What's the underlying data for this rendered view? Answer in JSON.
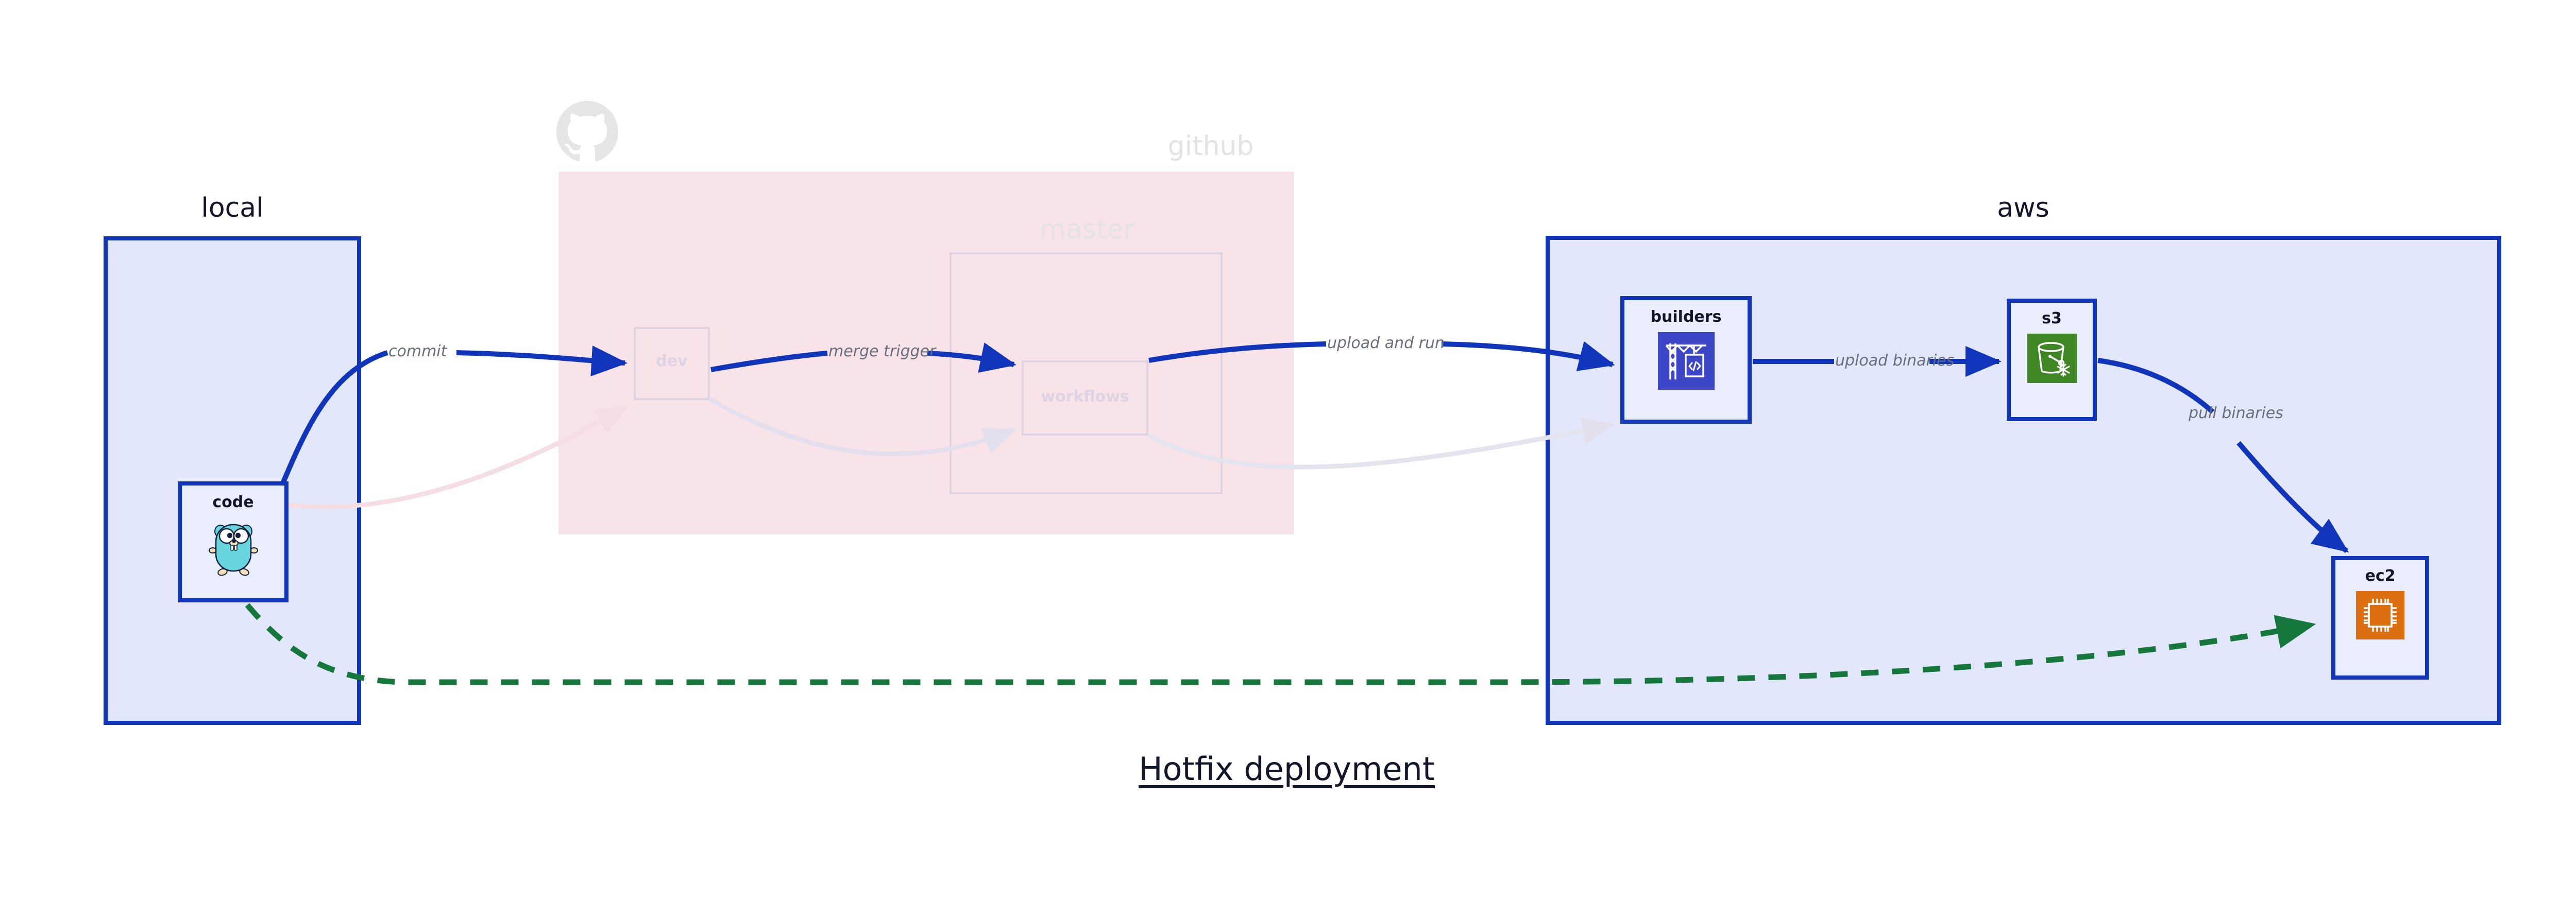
{
  "title": "Hotfix deployment",
  "colors": {
    "zone_border": "#1034ba",
    "zone_fill": "#e2e7fb",
    "github_fill": "#f8e3e9",
    "ghost_stroke": "#ded3e2",
    "edge_blue": "#1034ba",
    "edge_green": "#16773d",
    "edge_label": "#6a6f7e",
    "text_dark": "#13162b",
    "builders_icon_bg": "#3c46c6",
    "s3_icon_bg": "#3f8624",
    "ec2_icon_bg": "#dd6f10",
    "gopher_body": "#68d5de"
  },
  "zones": [
    {
      "key": "local",
      "label": "local",
      "faded": false
    },
    {
      "key": "github",
      "label": "github",
      "faded": true
    },
    {
      "key": "master",
      "label": "master",
      "faded": true
    },
    {
      "key": "aws",
      "label": "aws",
      "faded": false
    }
  ],
  "nodes": [
    {
      "key": "code",
      "label": "code",
      "icon": "go-gopher-icon",
      "faded": false
    },
    {
      "key": "dev",
      "label": "dev",
      "icon": null,
      "faded": true
    },
    {
      "key": "workflows",
      "label": "workflows",
      "icon": null,
      "faded": true
    },
    {
      "key": "builders",
      "label": "builders",
      "icon": "aws-codebuild-icon",
      "faded": false
    },
    {
      "key": "s3",
      "label": "s3",
      "icon": "aws-s3-icon",
      "faded": false
    },
    {
      "key": "ec2",
      "label": "ec2",
      "icon": "aws-ec2-icon",
      "faded": false
    }
  ],
  "edges": [
    {
      "key": "commit",
      "label": "commit",
      "from": "code",
      "to": "dev",
      "style": "solid",
      "color": "#1034ba",
      "faded": false
    },
    {
      "key": "merge-trigger",
      "label": "merge trigger",
      "from": "dev",
      "to": "workflows",
      "style": "solid",
      "color": "#1034ba",
      "faded": false
    },
    {
      "key": "upload-and-run",
      "label": "upload and run",
      "from": "workflows",
      "to": "builders",
      "style": "solid",
      "color": "#1034ba",
      "faded": false
    },
    {
      "key": "upload-binaries",
      "label": "upload binaries",
      "from": "builders",
      "to": "s3",
      "style": "solid",
      "color": "#1034ba",
      "faded": false
    },
    {
      "key": "pull-binaries",
      "label": "pull binaries",
      "from": "s3",
      "to": "ec2",
      "style": "solid",
      "color": "#1034ba",
      "faded": false
    },
    {
      "key": "hotfix-direct",
      "label": "",
      "from": "code",
      "to": "ec2",
      "style": "dashed",
      "color": "#16773d",
      "faded": false
    },
    {
      "key": "ghost-code-dev",
      "label": "",
      "from": "code",
      "to": "dev",
      "style": "solid",
      "color": "#f4dde3",
      "faded": true
    },
    {
      "key": "ghost-dev-wf",
      "label": "",
      "from": "dev",
      "to": "workflows",
      "style": "solid",
      "color": "#e4dfed",
      "faded": true
    },
    {
      "key": "ghost-wf-build",
      "label": "",
      "from": "workflows",
      "to": "builders",
      "style": "solid",
      "color": "#e4e4ee",
      "faded": true
    }
  ],
  "branding": {
    "github_mark": "github-octocat-icon"
  }
}
